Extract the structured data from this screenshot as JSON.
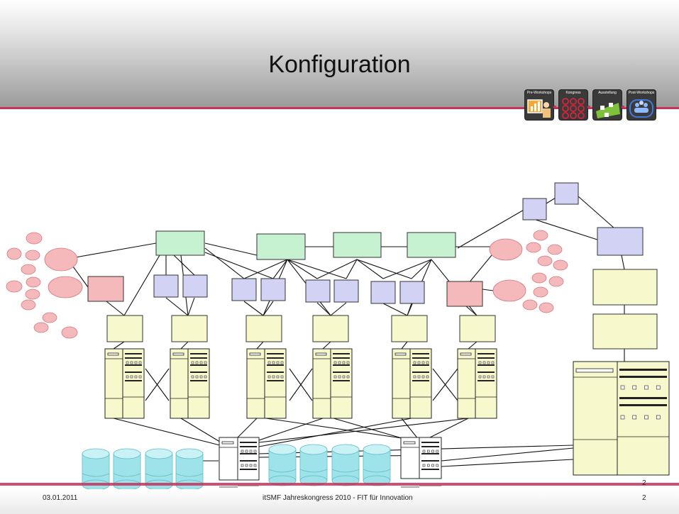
{
  "slide": {
    "title": "Konfiguration",
    "footer_date": "03.01.2011",
    "footer_center": "itSMF Jahreskongress 2010 - FIT für Innovation",
    "footer_page": "2",
    "footer_page_upper": "2"
  },
  "badges": [
    {
      "label": "Pre-Workshops",
      "icon": "chart-person-icon"
    },
    {
      "label": "Kongress",
      "icon": "audience-icon"
    },
    {
      "label": "Ausstellung",
      "icon": "exhibition-icon"
    },
    {
      "label": "Post-Workshops",
      "icon": "group-icon"
    }
  ],
  "colors": {
    "accent_red": "#c8315a",
    "green_box": "#c6f2d2",
    "lavender_box": "#d2d2f5",
    "pink": "#f5b8bb",
    "yellow": "#f7f9cc",
    "cyan_db": "#9fe3ea"
  }
}
